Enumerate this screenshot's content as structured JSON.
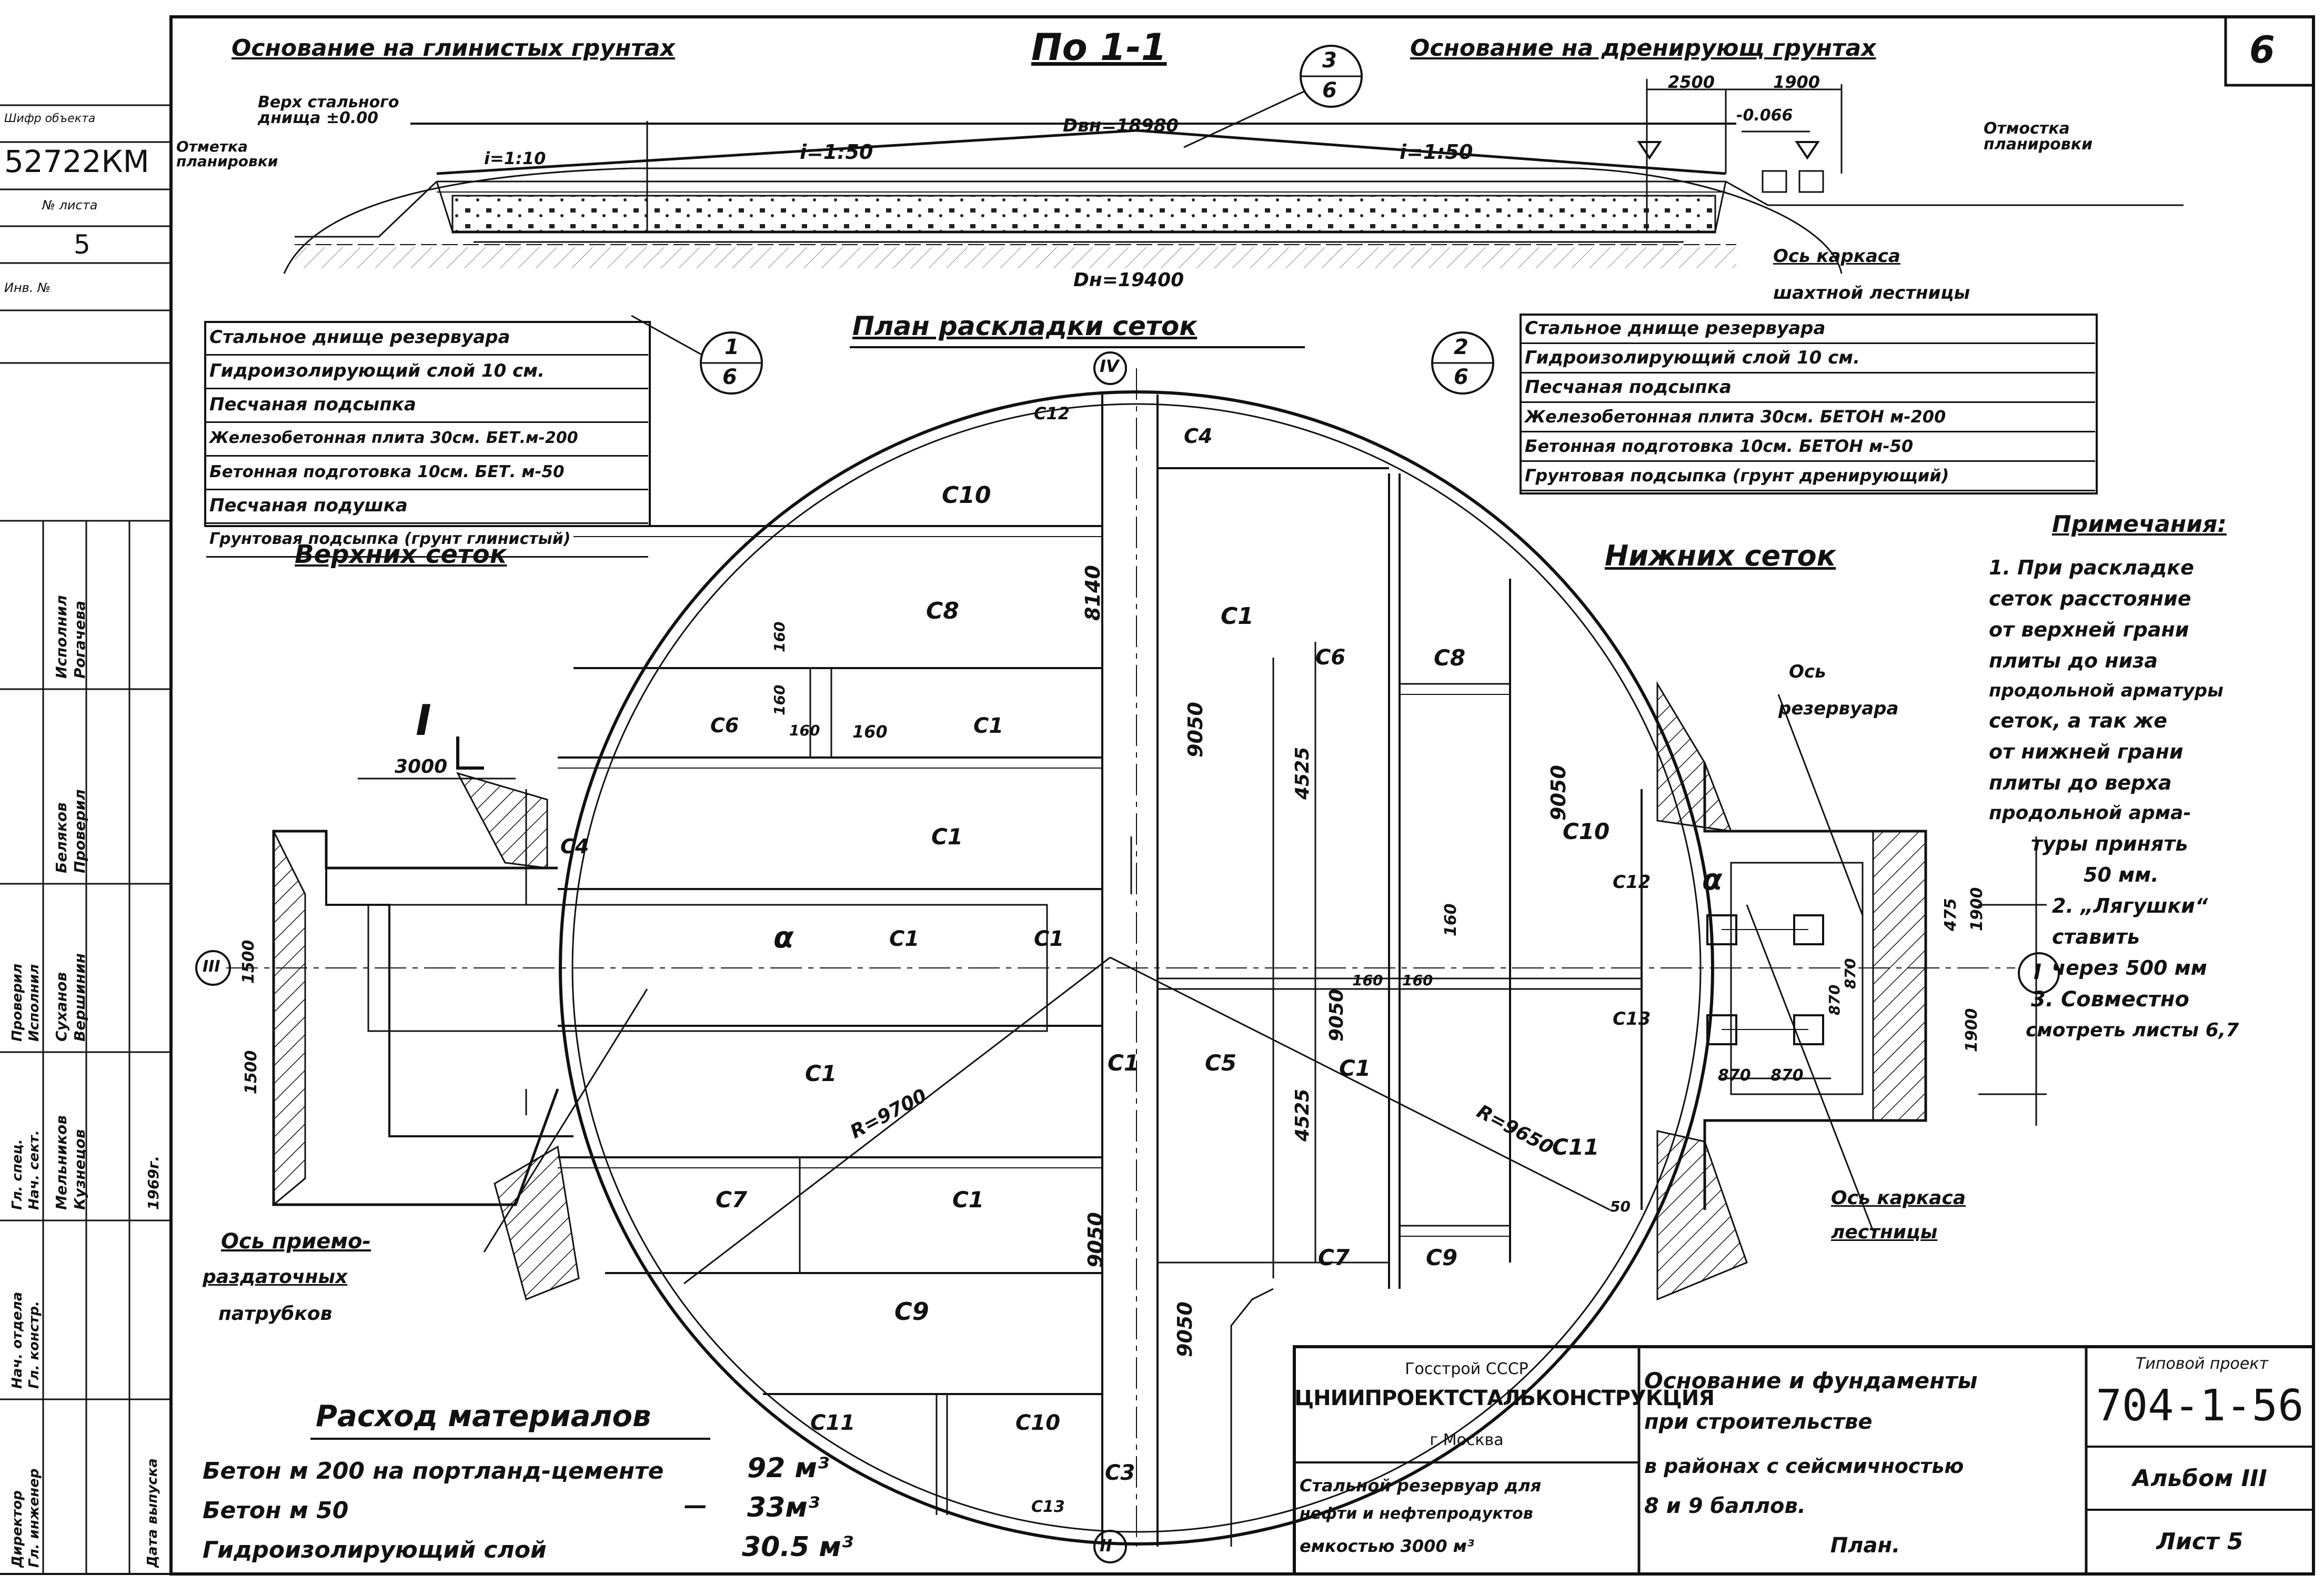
{
  "sheet_corner": "6",
  "section": {
    "title": "По 1-1",
    "left_title": "Основание на глинистых грунтах",
    "right_title": "Основание на дренирующ грунтах",
    "bottom_top_label": "Верх стального днища ±0.00",
    "grading_left": "Отметка планировки",
    "grading_right": "Отмостка планировки",
    "slope_1_10": "i=1:10",
    "slope_left": "i=1:50",
    "slope_right": "i=1:50",
    "d_inner": "Dвн=18980",
    "d_outer": "Dн=19400",
    "dim_2500": "2500",
    "dim_1900": "1900",
    "level_066": "-0.066",
    "ladder_axis": "Ось каркаса",
    "ladder_axis_2": "шахтной лестницы"
  },
  "callouts": {
    "c3_top": "3",
    "c3_bot": "6",
    "c1_top": "1",
    "c1_bot": "6",
    "c2_top": "2",
    "c2_bot": "6"
  },
  "layers_left": [
    "Стальное днище резервуара",
    "Гидроизолирующий слой 10 см.",
    "Песчаная подсыпка",
    "Железобетонная плита 30см. БЕТ.м-200",
    "Бетонная подготовка 10см. БЕТ. м-50",
    "Песчаная подушка",
    "Грунтовая подсыпка (грунт глинистый)"
  ],
  "layers_right": [
    "Стальное днище резервуара",
    "Гидроизолирующий слой 10 см.",
    "Песчаная подсыпка",
    "Железобетонная плита 30см. БЕТОН м-200",
    "Бетонная подготовка 10см. БЕТОН м-50",
    "Грунтовая подсыпка (грунт дренирующий)"
  ],
  "plan": {
    "title": "План раскладки сеток",
    "upper": "Верхних сеток",
    "lower": "Нижних сеток",
    "axis_IV": "IV",
    "axis_II": "II",
    "axis_III": "III",
    "axis_I": "I",
    "section_mark": "I",
    "section_dim": "3000",
    "alpha": "α",
    "r_left": "R=9700",
    "r_right": "R=9650",
    "reservoir_axis": "Ось",
    "reservoir_axis_2": "резервуара",
    "ladder_axis": "Ось каркаса",
    "ladder_axis_2": "лестницы",
    "pipes_axis": "Ось приемо-",
    "pipes_axis_2": "раздаточных",
    "pipes_axis_3": "патрубков",
    "dims": {
      "d8140": "8140",
      "d9050a": "9050",
      "d9050b": "9050",
      "d9050c": "9050",
      "d9050d": "9050",
      "d9050e": "9050",
      "d4525a": "4525",
      "d4525b": "4525",
      "d160a": "160",
      "d160b": "160",
      "d160c": "160",
      "d160d": "160",
      "d160e": "160",
      "d160f": "160",
      "d160g": "160",
      "d1500a": "1500",
      "d1500b": "1500",
      "d475": "475",
      "d1900a": "1900",
      "d1900b": "1900",
      "d870a": "870",
      "d870b": "870",
      "d870c": "870",
      "d870d": "870",
      "d50": "50"
    },
    "labels": {
      "c12": "C12",
      "c10_top": "C10",
      "c8_left": "C8",
      "c6_left": "C6",
      "c1_a": "C1",
      "c1_b": "C1",
      "c4_left": "C4",
      "c1_c": "C1",
      "c1_d": "C1",
      "c1_e": "C1",
      "c7_left": "C7",
      "c1_f": "C1",
      "c9_left": "C9",
      "c11_left": "C11",
      "c10_bot": "C10",
      "c3": "C3",
      "c13_bot": "C13",
      "c1_g": "C1",
      "c4_top": "C4",
      "c1_h": "C1",
      "c6_right": "C6",
      "c8_right": "C8",
      "c10_right": "C10",
      "c12_right": "C12",
      "c13_right": "C13",
      "c5": "C5",
      "c1_i": "C1",
      "c11_right": "C11",
      "c7_right": "C7",
      "c9_right": "C9"
    }
  },
  "notes": {
    "title": "Примечания:",
    "lines": [
      "1. При раскладке",
      "сеток расстояние",
      "от верхней грани",
      "плиты до низа",
      "продольной арматуры",
      "сеток, а так же",
      "от нижней грани",
      "плиты до верха",
      "продольной арма-",
      "туры принять",
      "50 мм.",
      "2. „Лягушки“",
      "ставить",
      "через 500 мм",
      "3. Совместно",
      "смотреть листы 6,7"
    ]
  },
  "materials": {
    "title": "Расход материалов",
    "rows": [
      {
        "name": "Бетон м 200 на портланд-цементе",
        "value": "92 м³"
      },
      {
        "name": "Бетон м 50",
        "dash": "—",
        "value": "33м³"
      },
      {
        "name": "Гидроизолирующий слой",
        "value": "30.5 м³"
      }
    ]
  },
  "title_block": {
    "org_1": "Госстрой СССР",
    "org_2": "ЦНИИПРОЕКТСТАЛЬКОНСТРУКЦИЯ",
    "org_3": "г Москва",
    "object_1": "Стальной резервуар для",
    "object_2": "нефти и нефтепродуктов",
    "object_3": "емкостью 3000 м³",
    "sheet_title_1": "Основание и фундаменты",
    "sheet_title_2": "при строительстве",
    "sheet_title_3": "в районах с сейсмичностью",
    "sheet_title_4": "8 и 9 баллов.",
    "sheet_title_5": "План.",
    "typical_label": "Типовой проект",
    "project_no": "704-1-56",
    "album": "Альбом III",
    "sheet": "Лист 5"
  },
  "left_stamp": {
    "cell_1": "Шифр объекта",
    "cell_2": "52722КМ",
    "cell_3": "№ листа",
    "cell_4": "5",
    "cell_5": "Инв. №",
    "roles": [
      "Директор",
      "Гл. инженер",
      "Нач. отдела",
      "Гл. констр.",
      "Гл. спец.",
      "Нач. сект.",
      "Проверил",
      "Исполнил"
    ],
    "names": [
      "Мельников",
      "Кузнецов",
      "Суханов",
      "Вершинин",
      "Беляков",
      "Проверил",
      "Исполнил",
      "Рогачева"
    ],
    "date_label": "Дата выпуска",
    "date_value": "1969г."
  }
}
